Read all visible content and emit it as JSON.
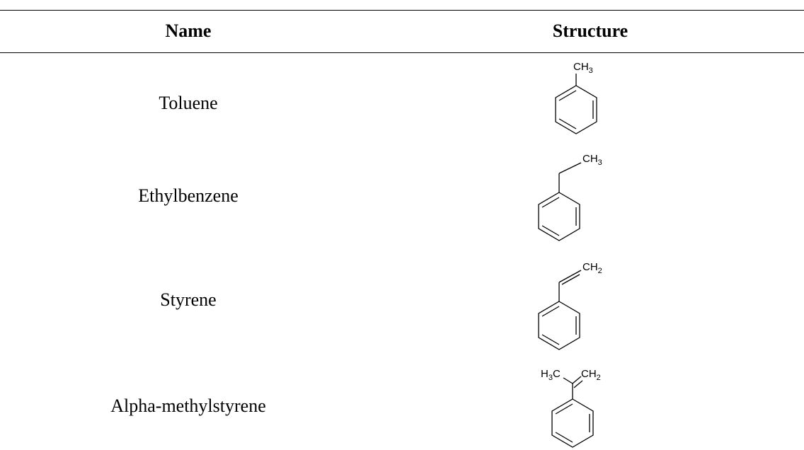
{
  "table": {
    "headers": {
      "name": "Name",
      "structure": "Structure"
    },
    "rows": [
      {
        "name": "Toluene",
        "structure": {
          "label": "CH",
          "subscript": "3"
        }
      },
      {
        "name": "Ethylbenzene",
        "structure": {
          "label": "CH",
          "subscript": "3"
        }
      },
      {
        "name": "Styrene",
        "structure": {
          "label": "CH",
          "subscript": "2"
        }
      },
      {
        "name": "Alpha-methylstyrene",
        "structure": {
          "label_left": "H",
          "label_left_sub": "3",
          "label_left_tail": "C",
          "label_right": "CH",
          "label_right_sub": "2"
        }
      }
    ]
  }
}
